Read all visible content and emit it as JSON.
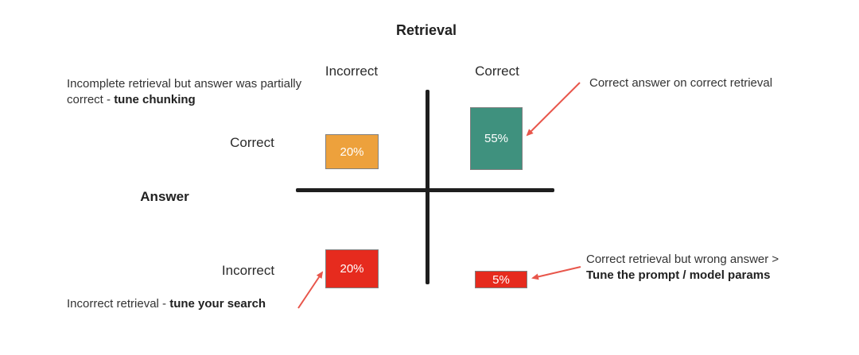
{
  "diagram": {
    "title": "Retrieval",
    "y_axis_label": "Answer",
    "column_labels": {
      "left": "Incorrect",
      "right": "Correct"
    },
    "row_labels": {
      "top": "Correct",
      "bottom": "Incorrect"
    },
    "quadrants": [
      {
        "name": "answer-correct-retrieval-incorrect",
        "value": "20%",
        "color": "#eda13c"
      },
      {
        "name": "answer-correct-retrieval-correct",
        "value": "55%",
        "color": "#3f917e"
      },
      {
        "name": "answer-incorrect-retrieval-incorrect",
        "value": "20%",
        "color": "#e62b1e"
      },
      {
        "name": "answer-incorrect-retrieval-correct",
        "value": "5%",
        "color": "#e62b1e"
      }
    ],
    "annotations": {
      "top_left": {
        "text_normal": "Incomplete retrieval but answer was partially correct - ",
        "text_bold": "tune chunking"
      },
      "top_right": {
        "text_normal": "Correct answer on correct retrieval",
        "text_bold": ""
      },
      "bottom_left": {
        "text_normal": "Incorrect retrieval - ",
        "text_bold": "tune your search"
      },
      "bottom_right": {
        "text_normal": "Correct retrieval but wrong answer >",
        "text_bold": "Tune the prompt / model params"
      }
    },
    "colors": {
      "arrow": "#e8564b",
      "axis": "#1e1e1e"
    }
  }
}
